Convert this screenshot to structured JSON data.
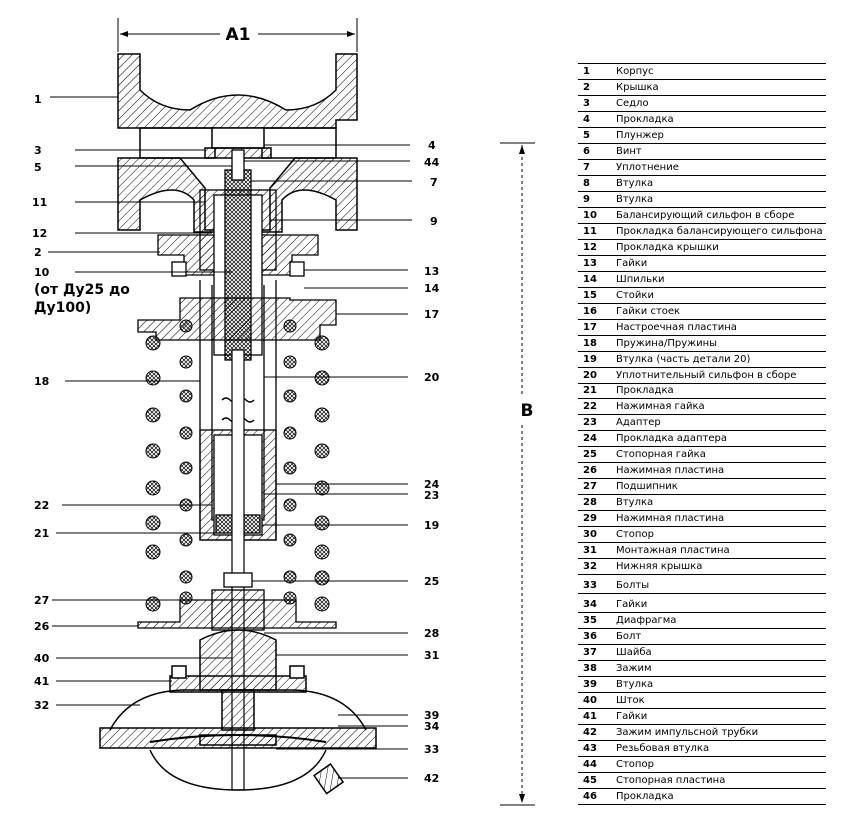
{
  "dims": {
    "a1": "A1",
    "b": "B"
  },
  "note": {
    "line1": "(от Ду25 до",
    "line2": "Ду100)"
  },
  "callouts_left": [
    "1",
    "3",
    "5",
    "11",
    "12",
    "2",
    "10",
    "18",
    "22",
    "21",
    "27",
    "26",
    "40",
    "41",
    "32"
  ],
  "callouts_right": [
    "4",
    "44",
    "7",
    "9",
    "13",
    "14",
    "17",
    "20",
    "24",
    "23",
    "19",
    "25",
    "28",
    "31",
    "39",
    "34",
    "33",
    "42"
  ],
  "parts": [
    {
      "num": "1",
      "name": "Корпус"
    },
    {
      "num": "2",
      "name": "Крышка"
    },
    {
      "num": "3",
      "name": "Седло"
    },
    {
      "num": "4",
      "name": "Прокладка"
    },
    {
      "num": "5",
      "name": "Плунжер"
    },
    {
      "num": "6",
      "name": "Винт"
    },
    {
      "num": "7",
      "name": "Уплотнение"
    },
    {
      "num": "8",
      "name": "Втулка"
    },
    {
      "num": "9",
      "name": "Втулка"
    },
    {
      "num": "10",
      "name": "Балансирующий сильфон в сборе"
    },
    {
      "num": "11",
      "name": "Прокладка балансирующего сильфона"
    },
    {
      "num": "12",
      "name": "Прокладка крышки"
    },
    {
      "num": "13",
      "name": "Гайки"
    },
    {
      "num": "14",
      "name": "Шпильки"
    },
    {
      "num": "15",
      "name": "Стойки"
    },
    {
      "num": "16",
      "name": "Гайки стоек"
    },
    {
      "num": "17",
      "name": "Настроечная пластина"
    },
    {
      "num": "18",
      "name": "Пружина/Пружины"
    },
    {
      "num": "19",
      "name": "Втулка (часть детали 20)"
    },
    {
      "num": "20",
      "name": "Уплотнительный сильфон в сборе"
    },
    {
      "num": "21",
      "name": "Прокладка"
    },
    {
      "num": "22",
      "name": "Нажимная гайка"
    },
    {
      "num": "23",
      "name": "Адаптер"
    },
    {
      "num": "24",
      "name": "Прокладка адаптера"
    },
    {
      "num": "25",
      "name": "Стопорная гайка"
    },
    {
      "num": "26",
      "name": "Нажимная пластина"
    },
    {
      "num": "27",
      "name": "Подшипник"
    },
    {
      "num": "28",
      "name": "Втулка"
    },
    {
      "num": "29",
      "name": "Нажимная пластина"
    },
    {
      "num": "30",
      "name": "Стопор"
    },
    {
      "num": "31",
      "name": "Монтажная пластина"
    },
    {
      "num": "32",
      "name": "Нижняя крышка"
    },
    {
      "num": "33",
      "name": "Болты"
    },
    {
      "num": "34",
      "name": "Гайки"
    },
    {
      "num": "35",
      "name": "Диафрагма"
    },
    {
      "num": "36",
      "name": "Болт"
    },
    {
      "num": "37",
      "name": "Шайба"
    },
    {
      "num": "38",
      "name": "Зажим"
    },
    {
      "num": "39",
      "name": "Втулка"
    },
    {
      "num": "40",
      "name": "Шток"
    },
    {
      "num": "41",
      "name": "Гайки"
    },
    {
      "num": "42",
      "name": "Зажим импульсной трубки"
    },
    {
      "num": "43",
      "name": "Резьбовая втулка"
    },
    {
      "num": "44",
      "name": "Стопор"
    },
    {
      "num": "45",
      "name": "Стопорная пластина"
    },
    {
      "num": "46",
      "name": "Прокладка"
    }
  ]
}
